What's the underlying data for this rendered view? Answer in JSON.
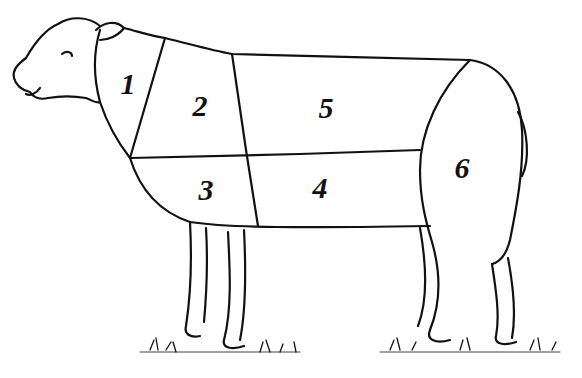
{
  "diagram": {
    "labels": [
      "1",
      "2",
      "5",
      "3",
      "4",
      "6"
    ]
  }
}
